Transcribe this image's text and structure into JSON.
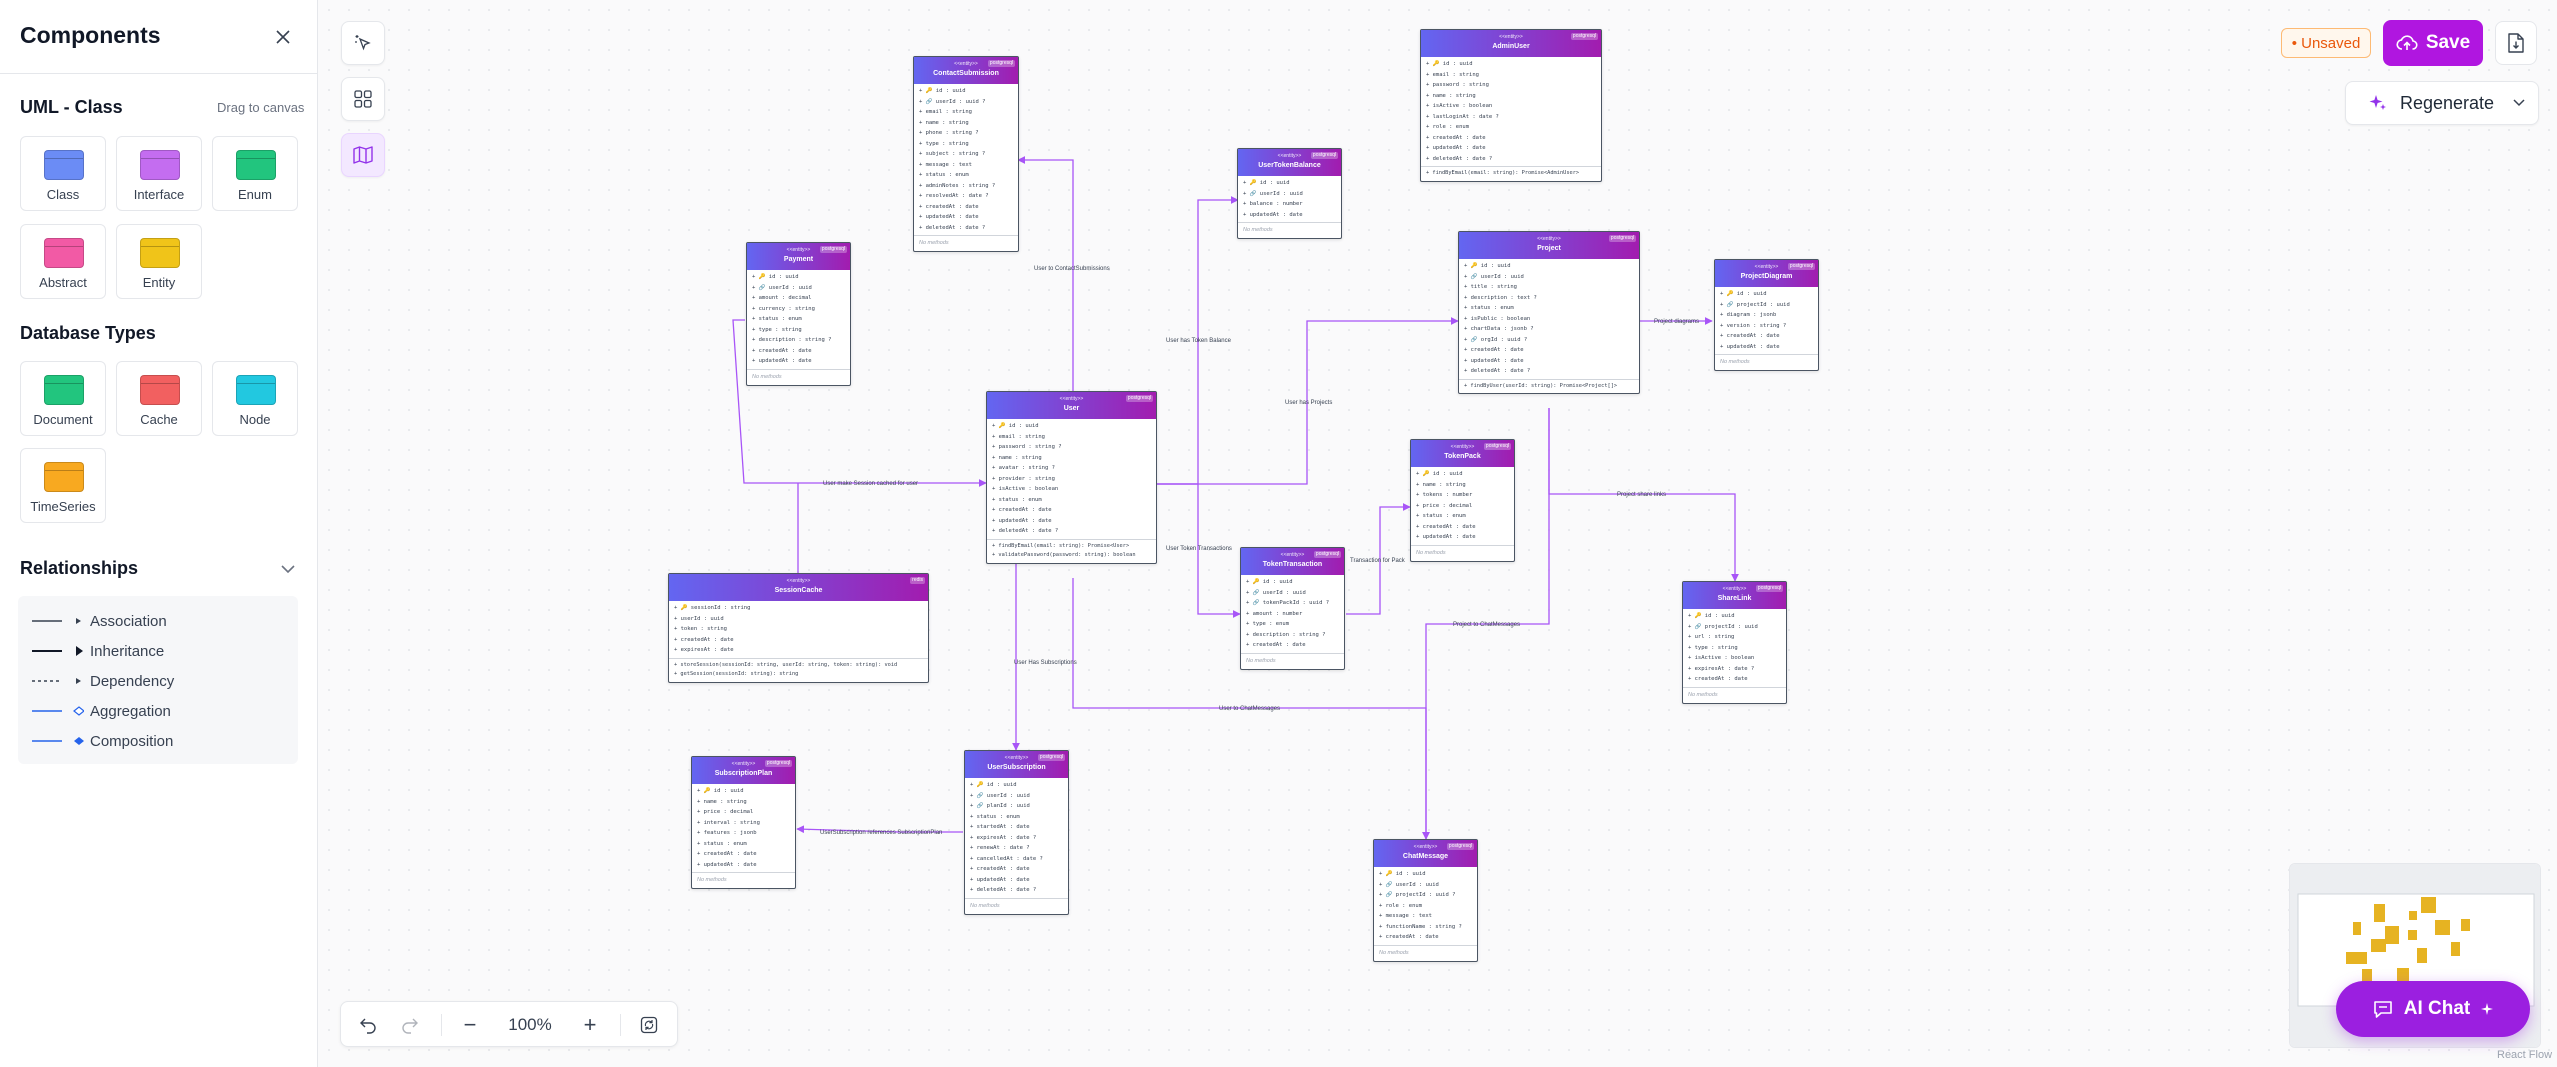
{
  "sidebar": {
    "title": "Components",
    "uml_section": "UML - Class",
    "drag_hint": "Drag to canvas",
    "uml_items": [
      {
        "label": "Class",
        "color": "#6b8cf5"
      },
      {
        "label": "Interface",
        "color": "#c46df0"
      },
      {
        "label": "Enum",
        "color": "#22c57e"
      },
      {
        "label": "Abstract",
        "color": "#f25aa5"
      },
      {
        "label": "Entity",
        "color": "#f0c419"
      }
    ],
    "db_section": "Database Types",
    "db_items": [
      {
        "label": "Document",
        "color": "#22c57e"
      },
      {
        "label": "Cache",
        "color": "#f26060"
      },
      {
        "label": "Node",
        "color": "#22c8e0"
      },
      {
        "label": "TimeSeries",
        "color": "#f8a920"
      }
    ],
    "rel_section": "Relationships",
    "relationships": [
      {
        "label": "Association"
      },
      {
        "label": "Inheritance"
      },
      {
        "label": "Dependency"
      },
      {
        "label": "Aggregation"
      },
      {
        "label": "Composition"
      }
    ]
  },
  "toolbar": {
    "unsaved": "• Unsaved",
    "save": "Save",
    "regenerate": "Regenerate"
  },
  "zoom": {
    "level": "100%",
    "minus": "−",
    "plus": "+"
  },
  "ai_chat": "AI Chat",
  "attribution": "React Flow",
  "colors": {
    "accent": "#b016e0",
    "edge": "#a855f7",
    "node_header_start": "#6366f1",
    "node_header_end": "#a21caf"
  },
  "nodes": [
    {
      "id": "ContactSubmission",
      "stereotype": "<<entity>>",
      "name": "ContactSubmission",
      "db": "postgresql",
      "attributes": [
        "+ 🔑 id : uuid",
        "+ 🔗 userId : uuid ?",
        "+ email : string",
        "+ name : string",
        "+ phone : string ?",
        "+ type : string",
        "+ subject : string ?",
        "+ message : text",
        "+ status : enum",
        "+ adminNotes : string ?",
        "+ resolvedAt : date ?",
        "+ createdAt : date",
        "+ updatedAt : date",
        "+ deletedAt : date ?"
      ],
      "methods": [],
      "no_methods": "No methods"
    },
    {
      "id": "Admin",
      "stereotype": "<<entity>>",
      "name": "AdminUser",
      "db": "postgresql",
      "attributes": [
        "+ 🔑 id : uuid",
        "+ email : string",
        "+ password : string",
        "+ name : string",
        "+ isActive : boolean",
        "+ lastLoginAt : date ?",
        "+ role : enum",
        "+ createdAt : date",
        "+ updatedAt : date",
        "+ deletedAt : date ?"
      ],
      "methods": [
        "+ findByEmail(email: string): Promise<AdminUser>"
      ],
      "no_methods": ""
    },
    {
      "id": "UserTokenBalance",
      "stereotype": "<<entity>>",
      "name": "UserTokenBalance",
      "db": "postgresql",
      "attributes": [
        "+ 🔑 id : uuid",
        "+ 🔗 userId : uuid",
        "+ balance : number",
        "+ updatedAt : date"
      ],
      "methods": [],
      "no_methods": "No methods"
    },
    {
      "id": "Payment",
      "stereotype": "<<entity>>",
      "name": "Payment",
      "db": "postgresql",
      "attributes": [
        "+ 🔑 id : uuid",
        "+ 🔗 userId : uuid",
        "+ amount : decimal",
        "+ currency : string",
        "+ status : enum",
        "+ type : string",
        "+ description : string ?",
        "+ createdAt : date",
        "+ updatedAt : date"
      ],
      "methods": [],
      "no_methods": "No methods"
    },
    {
      "id": "Project",
      "stereotype": "<<entity>>",
      "name": "Project",
      "db": "postgresql",
      "attributes": [
        "+ 🔑 id : uuid",
        "+ 🔗 userId : uuid",
        "+ title : string",
        "+ description : text ?",
        "+ status : enum",
        "+ isPublic : boolean",
        "+ chartData : jsonb ?",
        "+ 🔗 orgId : uuid ?",
        "+ createdAt : date",
        "+ updatedAt : date",
        "+ deletedAt : date ?"
      ],
      "methods": [
        "+ findByUser(userId: string): Promise<Project[]>"
      ],
      "no_methods": ""
    },
    {
      "id": "ProjectDiagram",
      "stereotype": "<<entity>>",
      "name": "ProjectDiagram",
      "db": "postgresql",
      "attributes": [
        "+ 🔑 id : uuid",
        "+ 🔗 projectId : uuid",
        "+ diagram : jsonb",
        "+ version : string ?",
        "+ createdAt : date",
        "+ updatedAt : date"
      ],
      "methods": [],
      "no_methods": "No methods"
    },
    {
      "id": "User",
      "stereotype": "<<entity>>",
      "name": "User",
      "db": "postgresql",
      "attributes": [
        "+ 🔑 id : uuid",
        "+ email : string",
        "+ password : string ?",
        "+ name : string",
        "+ avatar : string ?",
        "+ provider : string",
        "+ isActive : boolean",
        "+ status : enum",
        "+ createdAt : date",
        "+ updatedAt : date",
        "+ deletedAt : date ?"
      ],
      "methods": [
        "+ findByEmail(email: string): Promise<User>",
        "+ validatePassword(password: string): boolean"
      ],
      "no_methods": ""
    },
    {
      "id": "TokenPack",
      "stereotype": "<<entity>>",
      "name": "TokenPack",
      "db": "postgresql",
      "attributes": [
        "+ 🔑 id : uuid",
        "+ name : string",
        "+ tokens : number",
        "+ price : decimal",
        "+ status : enum",
        "+ createdAt : date",
        "+ updatedAt : date"
      ],
      "methods": [],
      "no_methods": "No methods"
    },
    {
      "id": "SessionCache",
      "stereotype": "<<entity>>",
      "name": "SessionCache",
      "db": "redis",
      "attributes": [
        "+ 🔑 sessionId : string",
        "+ userId : uuid",
        "+ token : string",
        "+ createdAt : date",
        "+ expiresAt : date"
      ],
      "methods": [
        "+ storeSession(sessionId: string, userId: string, token: string): void",
        "+ getSession(sessionId: string): string"
      ],
      "no_methods": ""
    },
    {
      "id": "TokenTransaction",
      "stereotype": "<<entity>>",
      "name": "TokenTransaction",
      "db": "postgresql",
      "attributes": [
        "+ 🔑 id : uuid",
        "+ 🔗 userId : uuid",
        "+ 🔗 tokenPackId : uuid ?",
        "+ amount : number",
        "+ type : enum",
        "+ description : string ?",
        "+ createdAt : date"
      ],
      "methods": [],
      "no_methods": "No methods"
    },
    {
      "id": "ShareLink",
      "stereotype": "<<entity>>",
      "name": "ShareLink",
      "db": "postgresql",
      "attributes": [
        "+ 🔑 id : uuid",
        "+ 🔗 projectId : uuid",
        "+ url : string",
        "+ type : string",
        "+ isActive : boolean",
        "+ expiresAt : date ?",
        "+ createdAt : date"
      ],
      "methods": [],
      "no_methods": "No methods"
    },
    {
      "id": "SubscriptionPlan",
      "stereotype": "<<entity>>",
      "name": "SubscriptionPlan",
      "db": "postgresql",
      "attributes": [
        "+ 🔑 id : uuid",
        "+ name : string",
        "+ price : decimal",
        "+ interval : string",
        "+ features : jsonb",
        "+ status : enum",
        "+ createdAt : date",
        "+ updatedAt : date"
      ],
      "methods": [],
      "no_methods": "No methods"
    },
    {
      "id": "UserSubscription",
      "stereotype": "<<entity>>",
      "name": "UserSubscription",
      "db": "postgresql",
      "attributes": [
        "+ 🔑 id : uuid",
        "+ 🔗 userId : uuid",
        "+ 🔗 planId : uuid",
        "+ status : enum",
        "+ startedAt : date",
        "+ expiresAt : date ?",
        "+ renewAt : date ?",
        "+ cancelledAt : date ?",
        "+ createdAt : date",
        "+ updatedAt : date",
        "+ deletedAt : date ?"
      ],
      "methods": [],
      "no_methods": "No methods"
    },
    {
      "id": "ChatMessage",
      "stereotype": "<<entity>>",
      "name": "ChatMessage",
      "db": "postgresql",
      "attributes": [
        "+ 🔑 id : uuid",
        "+ 🔗 userId : uuid",
        "+ 🔗 projectId : uuid ?",
        "+ role : enum",
        "+ message : text",
        "+ functionName : string ?",
        "+ createdAt : date"
      ],
      "methods": [],
      "no_methods": "No methods"
    }
  ],
  "edges": [
    {
      "label": "User to ContactSubmissions"
    },
    {
      "label": "User has Token Balance"
    },
    {
      "label": "User has Projects"
    },
    {
      "label": "Project diagrams"
    },
    {
      "label": "Project share links"
    },
    {
      "label": "User Token Transactions"
    },
    {
      "label": "Transaction for Pack"
    },
    {
      "label": "User Has Subscriptions"
    },
    {
      "label": "User to ChatMessages"
    },
    {
      "label": "Project to ChatMessages"
    },
    {
      "label": "UserSubscription references SubscriptionPlan"
    },
    {
      "label": "User make Session cached for user"
    }
  ]
}
